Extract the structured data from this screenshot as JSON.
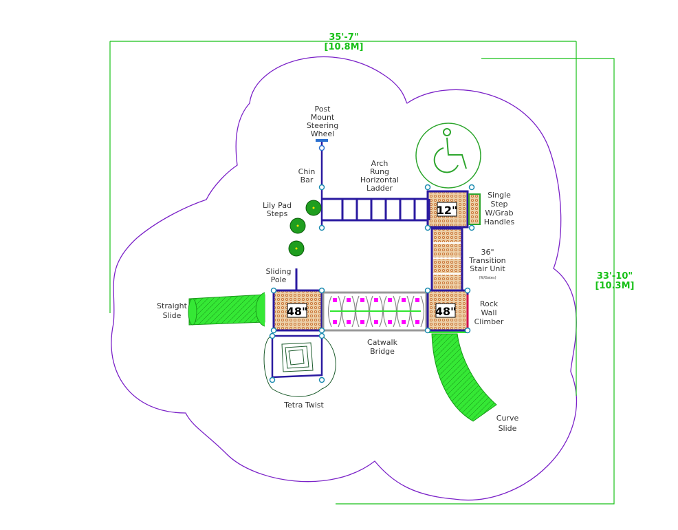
{
  "dimensions": {
    "width_ft": "35'-7\"",
    "width_m": "[10.8M]",
    "height_ft": "33'-10\"",
    "height_m": "[10.3M]"
  },
  "decks": {
    "left": "48\"",
    "right_upper": "12\"",
    "right_lower": "48\""
  },
  "labels": {
    "post_mount_steering_wheel": [
      "Post",
      "Mount",
      "Steering",
      "Wheel"
    ],
    "chin_bar": [
      "Chin",
      "Bar"
    ],
    "arch_rung_ladder": [
      "Arch",
      "Rung",
      "Horizontal",
      "Ladder"
    ],
    "lily_pad_steps": [
      "Lily Pad",
      "Steps"
    ],
    "single_step": [
      "Single",
      "Step",
      "W/Grab",
      "Handles"
    ],
    "transition_stair": [
      "36\"",
      "Transition",
      "Stair Unit"
    ],
    "transition_stair_note": "(W/Gates)",
    "sliding_pole": [
      "Sliding",
      "Pole"
    ],
    "straight_slide": [
      "Straight",
      "Slide"
    ],
    "rock_wall": [
      "Rock",
      "Wall",
      "Climber"
    ],
    "catwalk_bridge": [
      "Catwalk",
      "Bridge"
    ],
    "tetra_twist": [
      "Tetra Twist"
    ],
    "curve_slide": [
      "Curve",
      "Slide"
    ]
  },
  "colors": {
    "boundary": "#7b22c8",
    "structure": "#2a1aa0",
    "slide": "#2ee62e",
    "deck": "#e8c49a",
    "dimension": "#18c018",
    "bridge_accent": "#ff00ff"
  },
  "icons": {
    "accessibility": "wheelchair-icon"
  }
}
